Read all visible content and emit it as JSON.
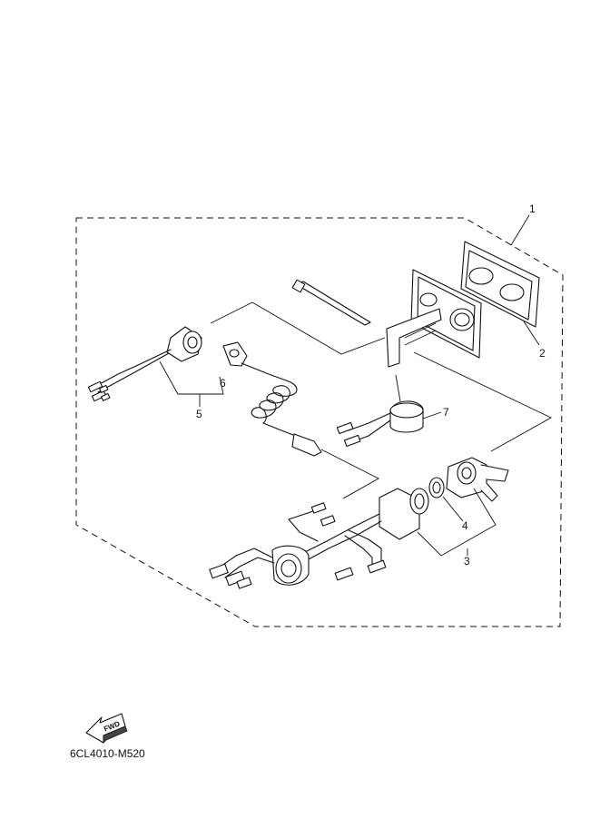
{
  "callouts": [
    "1",
    "2",
    "3",
    "4",
    "5",
    "6",
    "7"
  ],
  "fwd_label": "FWD",
  "drawing_code": "6CL4010-M520"
}
